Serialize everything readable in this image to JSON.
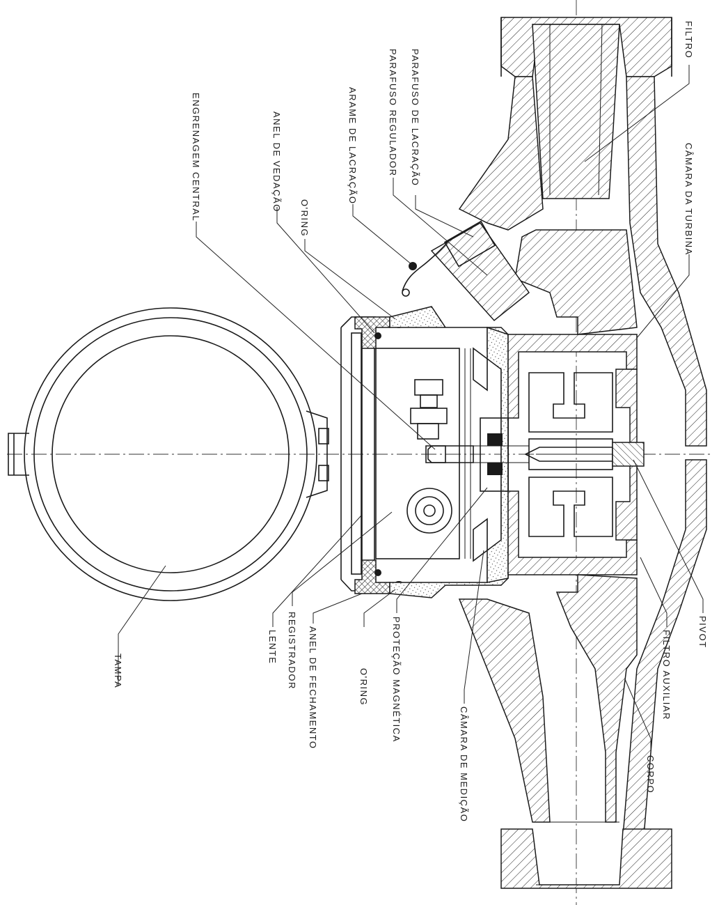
{
  "labels": {
    "tampa": "TAMPA",
    "lente": "LENTE",
    "registrador": "REGISTRADOR",
    "anel_fechamento": "ANEL DE FECHAMENTO",
    "oring_bottom": "O'RING",
    "protecao_magnetica": "PROTEÇÃO MAGNÉTICA",
    "camara_medicao": "CÂMARA DE MEDIÇÃO",
    "corpo": "CORPO",
    "filtro_auxiliar": "FILTRO AUXILIAR",
    "pivot": "PIVOT",
    "camara_turbina": "CÂMARA DA TURBINA",
    "filtro": "FILTRO",
    "parafuso_lacracao": "PARAFUSO DE LACRAÇÃO",
    "parafuso_regulador": "PARAFUSO REGULADOR",
    "arame_lacracao": "ARAME DE LACRAÇÃO",
    "oring_top": "O'RING",
    "anel_vedacao": "ANEL DE VEDAÇÃO",
    "engrenagem_central": "ENGRENAGEM CENTRAL"
  }
}
